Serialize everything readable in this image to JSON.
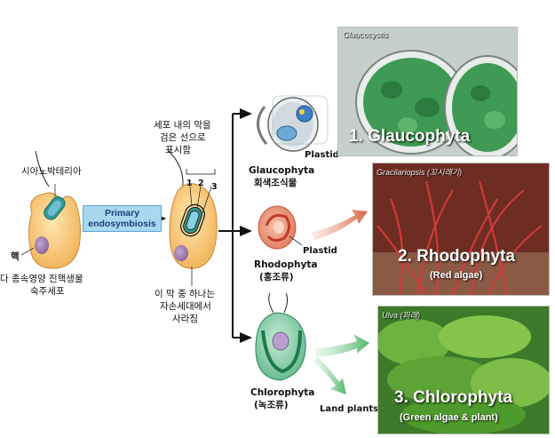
{
  "left_cell": {
    "cyanobacteria_label": "시아노박테리아",
    "nucleus_label": "핵",
    "host_line1": "다 종속영양 진핵생물",
    "host_line2": "숙주세포"
  },
  "endosymbiosis": {
    "line1": "Primary",
    "line2": "endosymbiosis"
  },
  "middle_cell": {
    "membrane_note_line1": "세포 내의 막을",
    "membrane_note_line2": "검은 선으로",
    "membrane_note_line3": "표시함",
    "membrane_numbers": [
      "1",
      "2",
      "3"
    ],
    "loss_note_line1": "이 막 중 하나는",
    "loss_note_line2": "자손세대에서",
    "loss_note_line3": "사라짐"
  },
  "groups": {
    "glauco": {
      "name": "Glaucophyta",
      "korean": "회색조식물",
      "plastid": "Plastid"
    },
    "rhodo": {
      "name": "Rhodophyta",
      "korean": "(홍조류)",
      "plastid": "Plastid"
    },
    "chloro": {
      "name": "Chlorophyta",
      "korean": "(녹조류)",
      "land_plants": "Land plants"
    }
  },
  "photos": {
    "glauco": {
      "tag": "Glaucocystis",
      "title": "1. Glaucophyta",
      "color": "#3d8f4a"
    },
    "rhodo": {
      "tag": "Gracilariopsis (꼬시래기)",
      "title": "2. Rhodophyta",
      "subtitle": "(Red algae)",
      "color": "#b5262a"
    },
    "chloro": {
      "tag": "Ulva (파래)",
      "title": "3. Chlorophyta",
      "subtitle": "(Green algae & plant)",
      "color": "#4f9a2c"
    }
  },
  "colors": {
    "cell_fill": "#f8c36b",
    "cyano": "#2f9a8f",
    "arrow": "#111111",
    "box_fill": "#a8d8ef"
  }
}
